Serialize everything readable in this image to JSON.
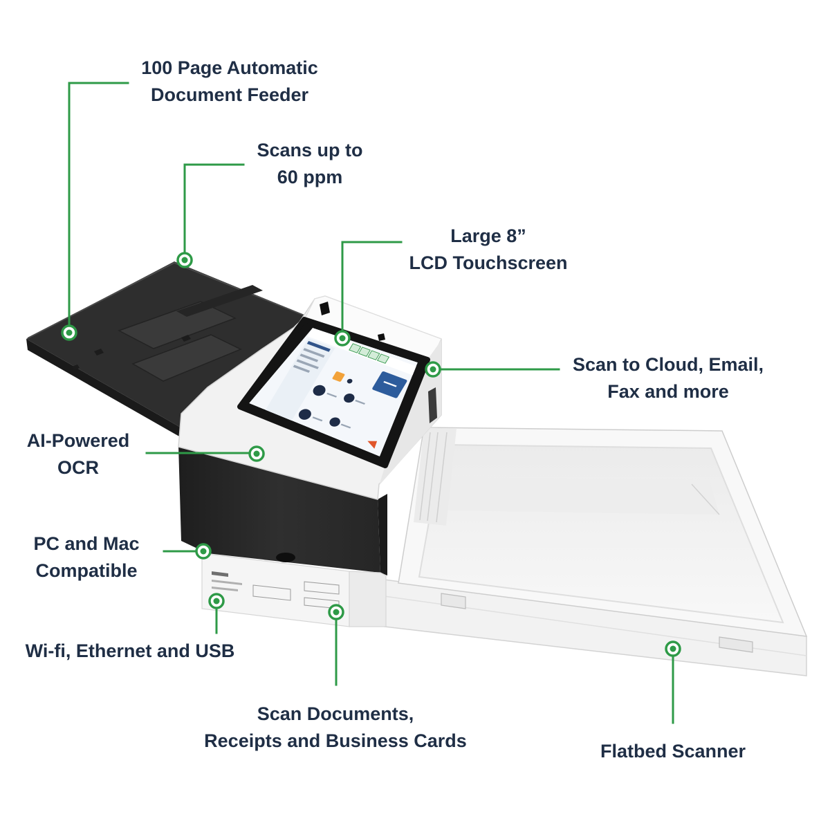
{
  "colors": {
    "accent": "#2e9a47",
    "label_text": "#1f2e45"
  },
  "callouts": {
    "adf": [
      "100 Page Automatic",
      "Document Feeder"
    ],
    "speed": [
      "Scans up to",
      "60 ppm"
    ],
    "touchscreen": [
      "Large 8”",
      "LCD Touchscreen"
    ],
    "destinations": [
      "Scan to Cloud, Email,",
      "Fax and more"
    ],
    "ocr": [
      "AI-Powered",
      "OCR"
    ],
    "compatibility": [
      "PC and Mac",
      "Compatible"
    ],
    "connectivity": [
      "Wi-fi, Ethernet and USB"
    ],
    "documents": [
      "Scan Documents,",
      "Receipts and Business Cards"
    ],
    "flatbed": [
      "Flatbed Scanner"
    ]
  }
}
